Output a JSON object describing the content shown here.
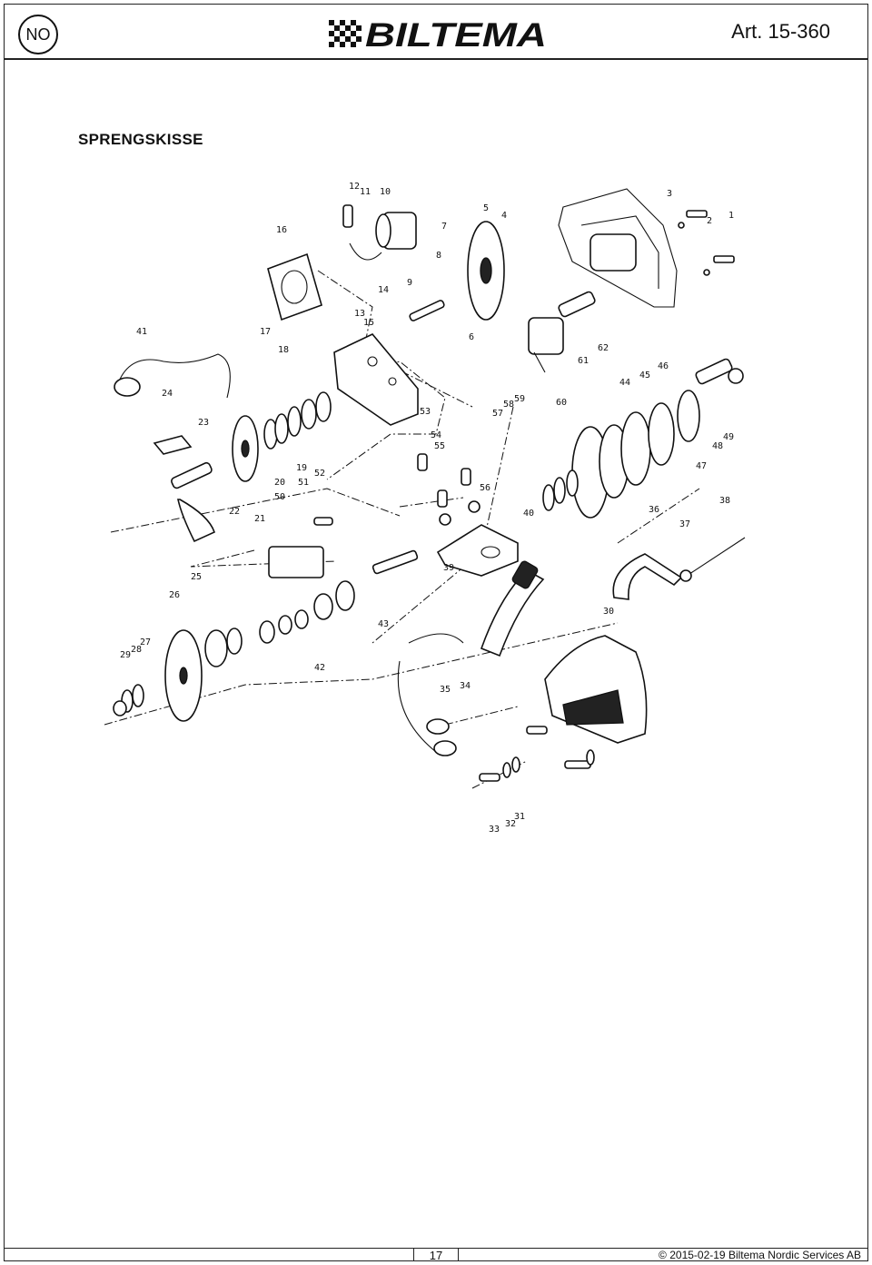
{
  "header": {
    "language_code": "NO",
    "brand": "BILTEMA",
    "article": "Art. 15-360"
  },
  "section_title": "SPRENGSKISSE",
  "diagram": {
    "part_labels": [
      "1",
      "2",
      "3",
      "4",
      "5",
      "6",
      "7",
      "8",
      "9",
      "10",
      "11",
      "12",
      "13",
      "14",
      "15",
      "16",
      "17",
      "18",
      "19",
      "20",
      "21",
      "22",
      "23",
      "24",
      "25",
      "26",
      "27",
      "28",
      "29",
      "30",
      "31",
      "32",
      "33",
      "34",
      "35",
      "36",
      "37",
      "38",
      "39",
      "40",
      "41",
      "42",
      "43",
      "44",
      "45",
      "46",
      "47",
      "48",
      "49",
      "50",
      "51",
      "52",
      "53",
      "54",
      "55",
      "56",
      "57",
      "58",
      "59",
      "60",
      "61",
      "62"
    ]
  },
  "footer": {
    "page_number": "17",
    "copyright": "© 2015-02-19 Biltema Nordic Services AB"
  }
}
